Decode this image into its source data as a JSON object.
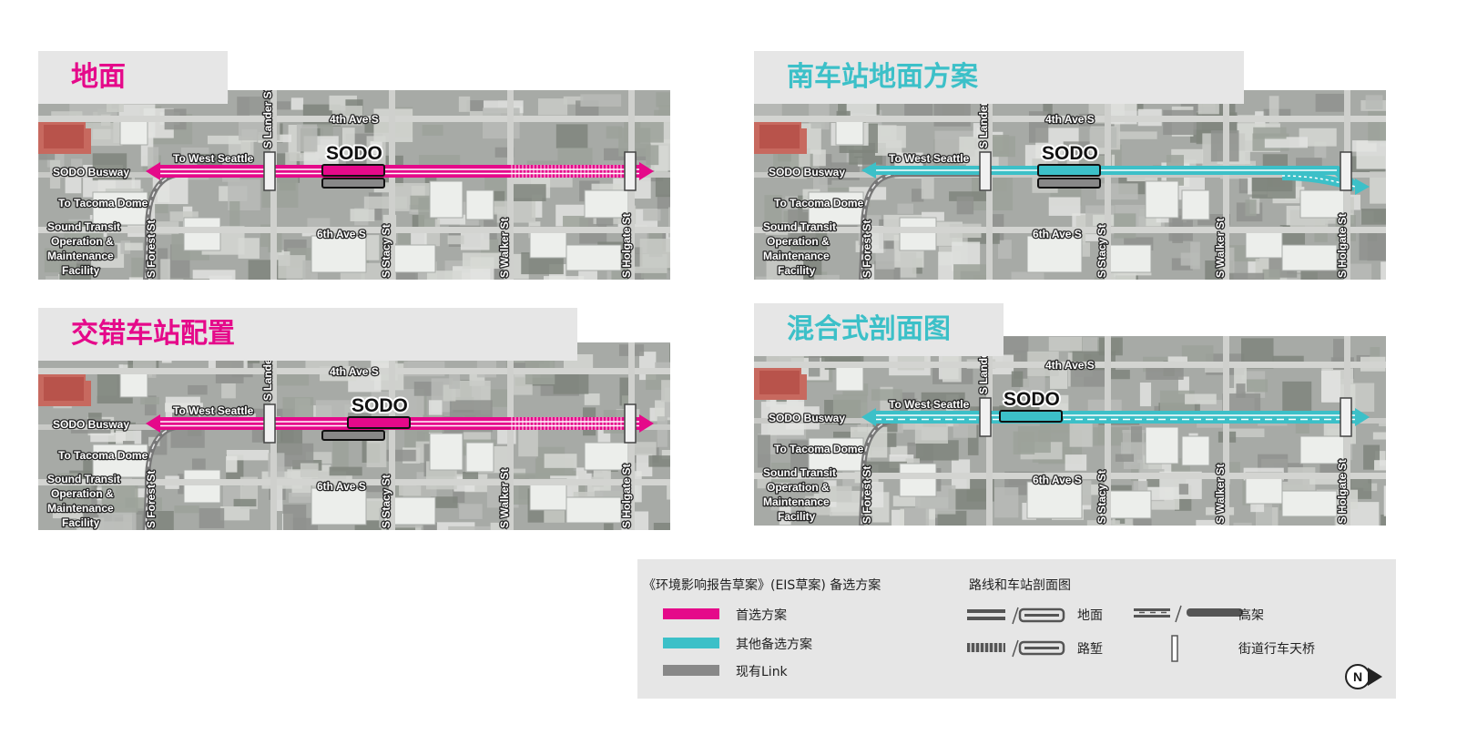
{
  "colors": {
    "preferred": "#e5098a",
    "other": "#3cc0c8",
    "existing": "#888888",
    "title_bg": "#e6e6e6",
    "legend_bg": "#e6e6e6"
  },
  "map_labels": {
    "avenue_4th": "4th Ave S",
    "avenue_6th": "6th Ave S",
    "station": "SODO",
    "to_west_seattle": "To West Seattle",
    "sodo_busway": "SODO Busway",
    "to_tacoma_dome": "To Tacoma Dome",
    "facility_line1": "Sound Transit",
    "facility_line2": "Operation &",
    "facility_line3": "Maintenance",
    "facility_line4": "Facility",
    "s_lander": "S Lander St",
    "s_lander_short": "S Lander",
    "s_forest": "S Forest St",
    "s_stacy": "S Stacy St",
    "s_walker": "S Walker St",
    "s_holgate": "S Holgate St"
  },
  "panels": [
    {
      "title": "地面",
      "alignment_color": "#e5098a"
    },
    {
      "title": "南车站地面方案",
      "alignment_color": "#3cc0c8"
    },
    {
      "title": "交错车站配置",
      "alignment_color": "#e5098a"
    },
    {
      "title": "混合式剖面图",
      "alignment_color": "#3cc0c8"
    }
  ],
  "legend": {
    "alternatives_heading": "《环境影响报告草案》(EIS草案) 备选方案",
    "profiles_heading": "路线和车站剖面图",
    "preferred": "首选方案",
    "other": "其他备选方案",
    "existing": "现有Link",
    "at_grade": "地面",
    "elevated": "高架",
    "retained_cut": "路堑",
    "street_overpass": "街道行车天桥",
    "north": "N"
  }
}
